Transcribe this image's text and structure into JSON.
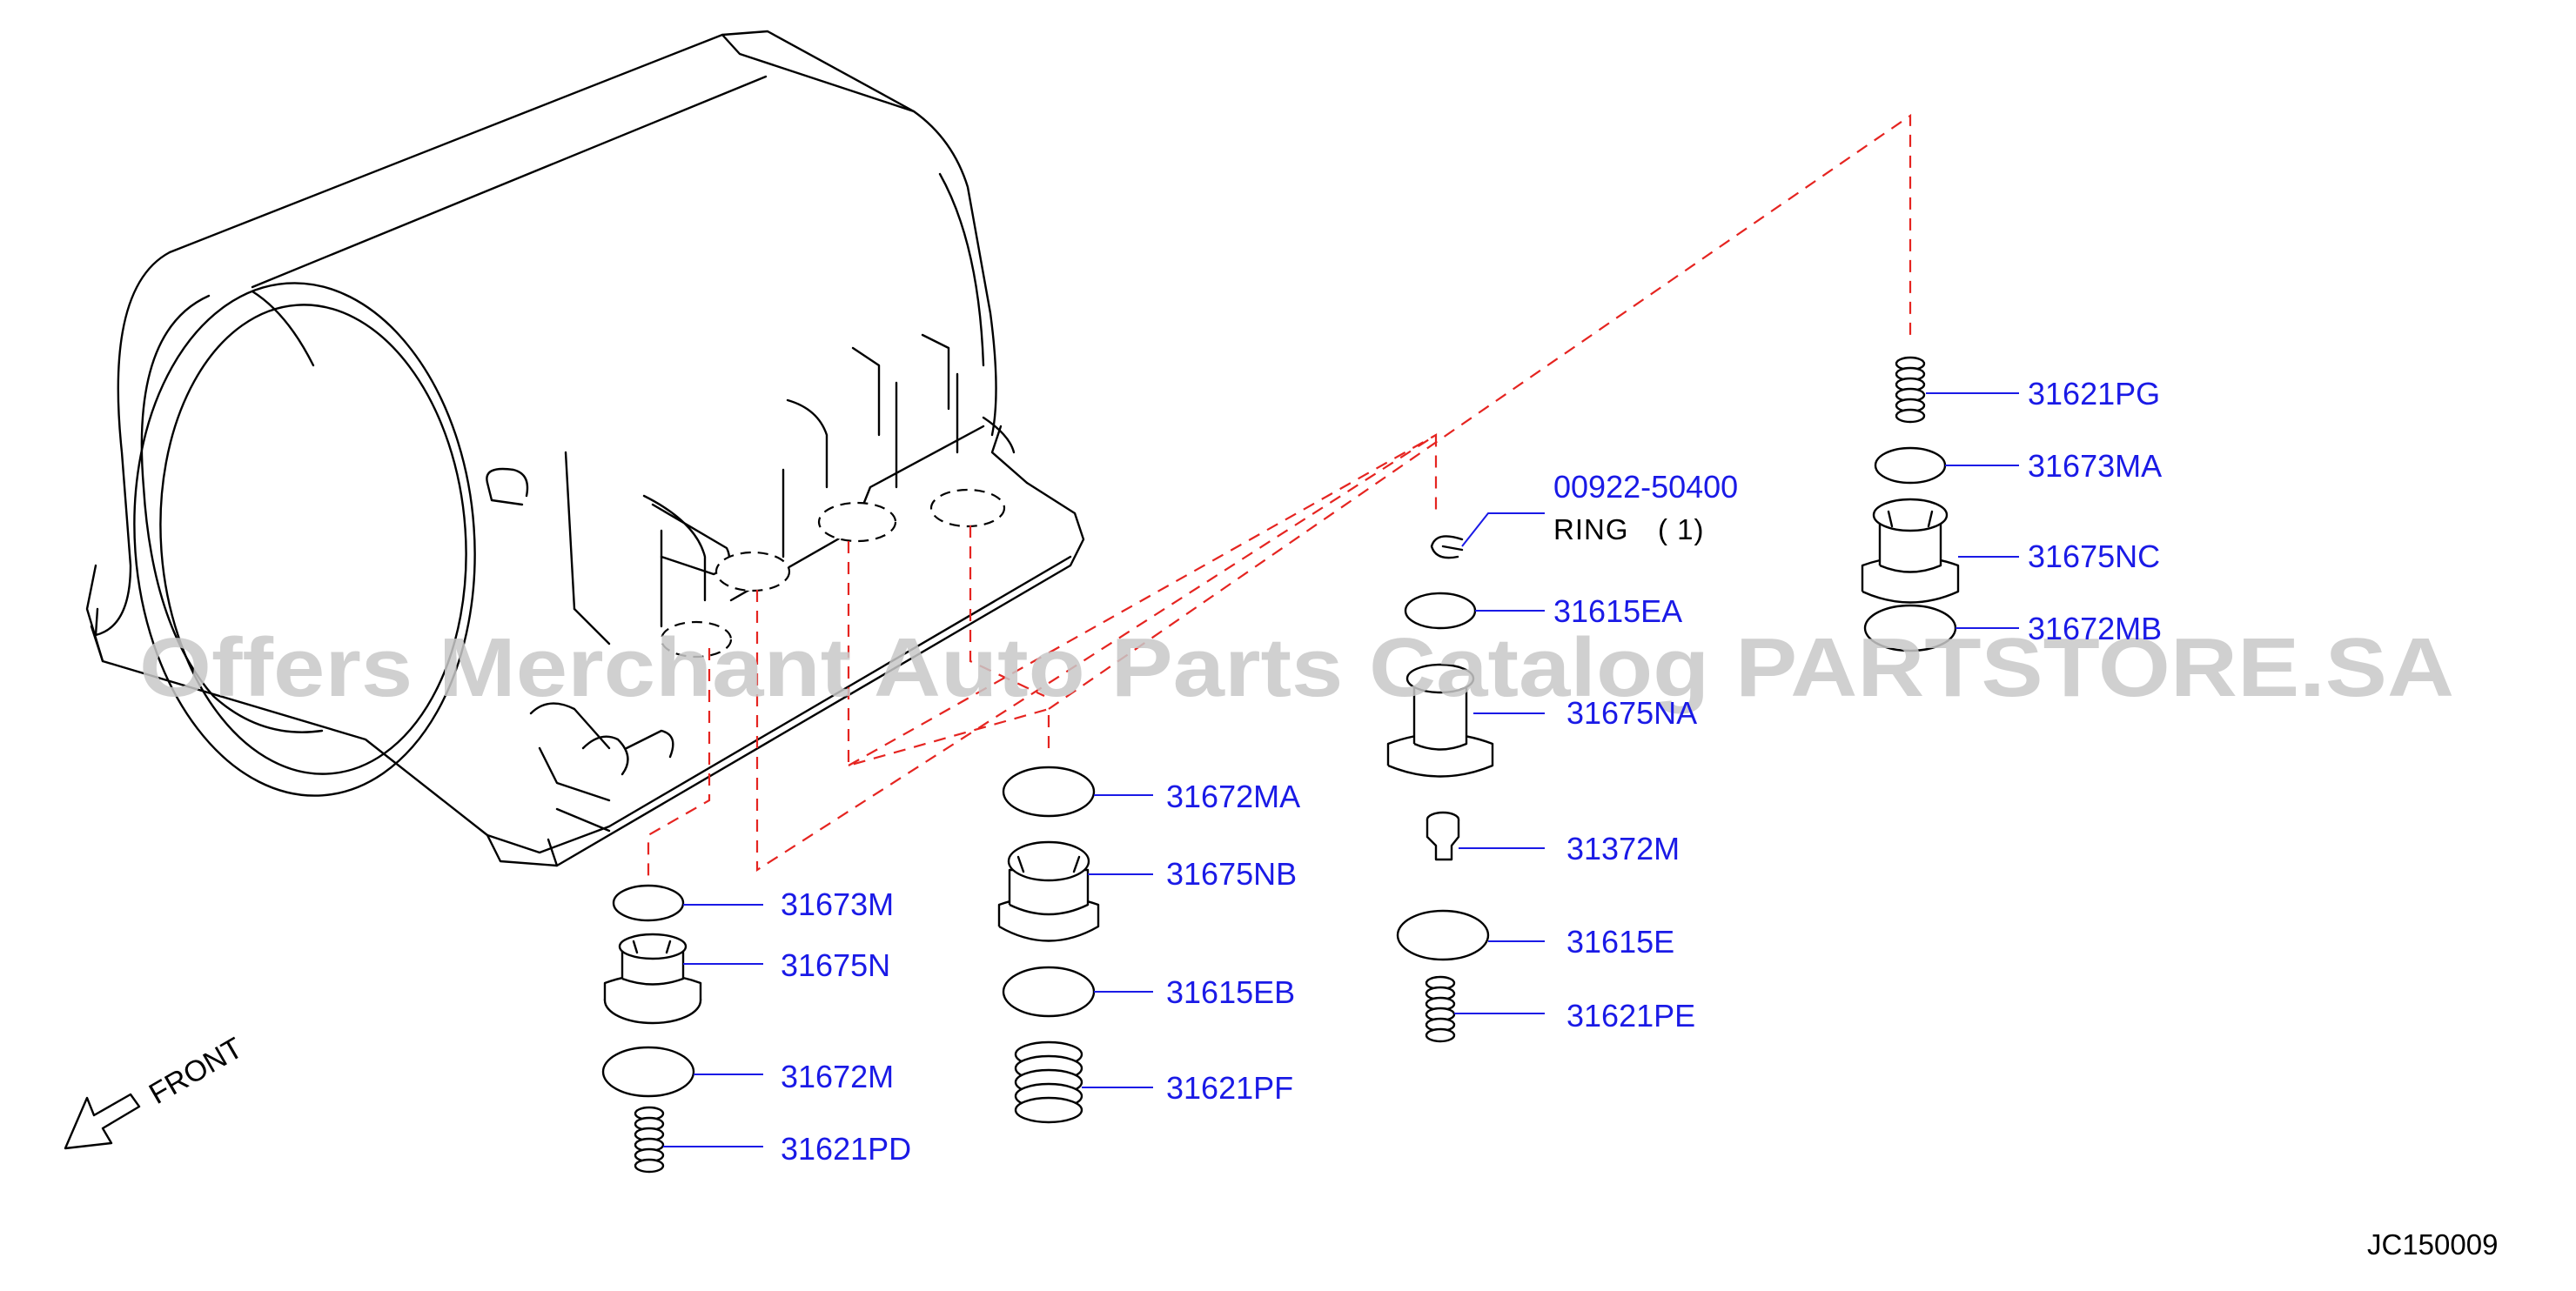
{
  "parts": [
    {
      "id": "31621PG",
      "number": "31621PG"
    },
    {
      "id": "31673MA",
      "number": "31673MA"
    },
    {
      "id": "31675NC",
      "number": "31675NC"
    },
    {
      "id": "31672MB",
      "number": "31672MB"
    },
    {
      "id": "00922-50400",
      "number": "00922-50400",
      "desc": "RING",
      "qty": "( 1)"
    },
    {
      "id": "31615EA",
      "number": "31615EA"
    },
    {
      "id": "31675NA",
      "number": "31675NA"
    },
    {
      "id": "31372M",
      "number": "31372M"
    },
    {
      "id": "31615E",
      "number": "31615E"
    },
    {
      "id": "31621PE",
      "number": "31621PE"
    },
    {
      "id": "31672MA",
      "number": "31672MA"
    },
    {
      "id": "31675NB",
      "number": "31675NB"
    },
    {
      "id": "31615EB",
      "number": "31615EB"
    },
    {
      "id": "31621PF",
      "number": "31621PF"
    },
    {
      "id": "31673M",
      "number": "31673M"
    },
    {
      "id": "31675N",
      "number": "31675N"
    },
    {
      "id": "31672M",
      "number": "31672M"
    },
    {
      "id": "31621PD",
      "number": "31621PD"
    }
  ],
  "front_label": "FRONT",
  "diagram_code": "JC150009",
  "watermark": "Offers Merchant Auto Parts Catalog PARTSTORE.SA",
  "colors": {
    "label": "#1a1ae6",
    "dashed_line": "#e52420",
    "ink": "#000000"
  }
}
